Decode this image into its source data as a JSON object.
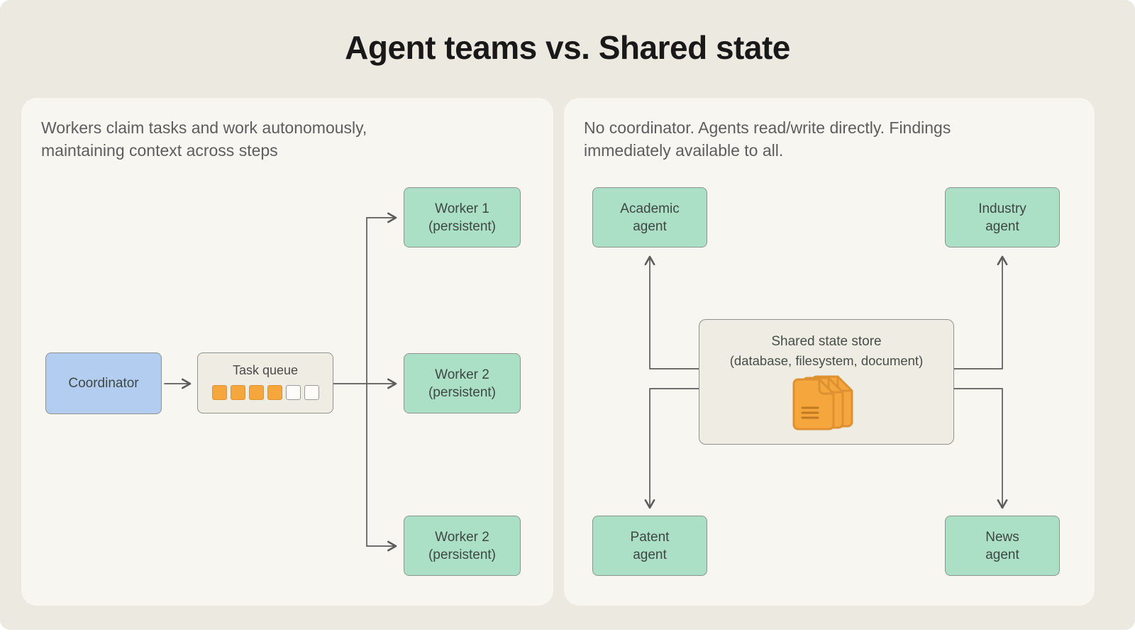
{
  "title": "Agent teams vs. Shared state",
  "left_panel": {
    "subtitle": "Workers claim tasks and work autonomously, maintaining context across steps",
    "coordinator": {
      "label": "Coordinator"
    },
    "task_queue": {
      "label": "Task queue",
      "filled_slots": 4,
      "empty_slots": 2
    },
    "workers": [
      {
        "label": "Worker 1",
        "sublabel": "(persistent)"
      },
      {
        "label": "Worker 2",
        "sublabel": "(persistent)"
      },
      {
        "label": "Worker 2",
        "sublabel": "(persistent)"
      }
    ]
  },
  "right_panel": {
    "subtitle": "No coordinator. Agents read/write directly. Findings immediately available to all.",
    "store": {
      "title": "Shared state store",
      "subtitle": "(database, filesystem, document)",
      "icon": "documents-icon"
    },
    "agents": [
      {
        "label": "Academic",
        "sublabel": "agent"
      },
      {
        "label": "Industry",
        "sublabel": "agent"
      },
      {
        "label": "Patent",
        "sublabel": "agent"
      },
      {
        "label": "News",
        "sublabel": "agent"
      }
    ]
  },
  "colors": {
    "canvas-bg": "#ece9e1",
    "panel-bg": "#f8f6f0",
    "agent-green": "#abe0c6",
    "coordinator-blue": "#b2cdf0",
    "neutral-box": "#efece4",
    "queue-orange": "#f5a73e",
    "queue-orange-border": "#dd9130",
    "box-border": "#8f938f",
    "line": "#5c5c5c",
    "title-text": "#191919",
    "subtitle-text": "#5d5d5d",
    "box-text": "#3e4743"
  }
}
